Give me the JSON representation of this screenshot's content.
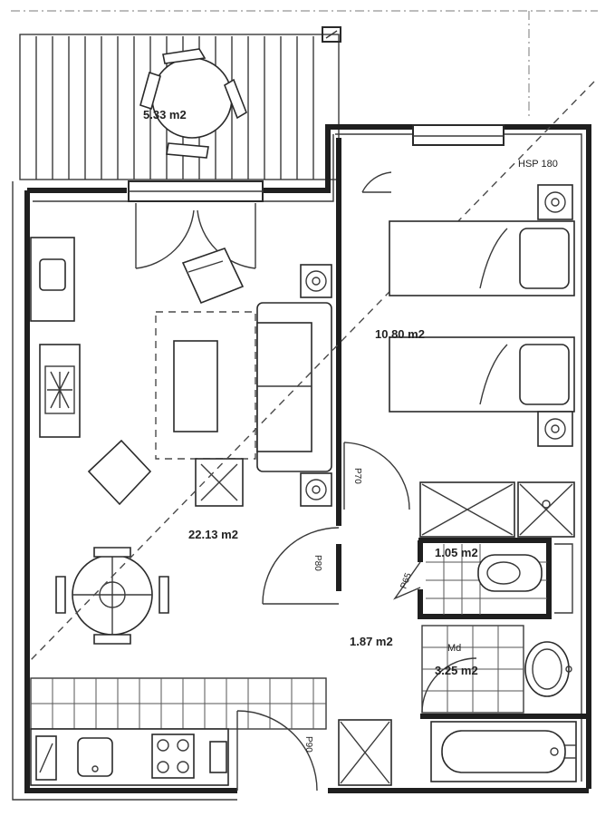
{
  "rooms": {
    "balcony_area": "5.33 m2",
    "living_area": "22.13 m2",
    "bedroom_area": "10.80 m2",
    "hall_area": "1.87 m2",
    "wc_area": "1.05 m2",
    "bath_area": "3.25 m2"
  },
  "labels": {
    "hsp": "HSP 180",
    "door_p70": "P70",
    "door_p80": "P80",
    "door_p65": "P65",
    "door_p90": "P90",
    "md": "Md"
  }
}
